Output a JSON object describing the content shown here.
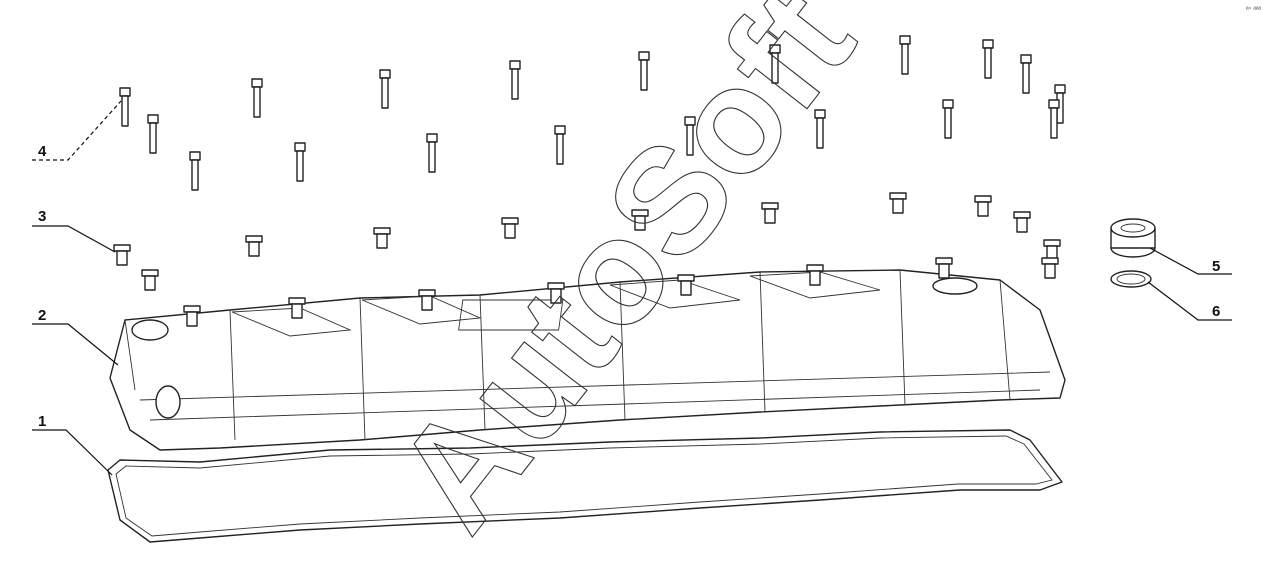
{
  "callouts": [
    {
      "id": "1",
      "label": "1"
    },
    {
      "id": "2",
      "label": "2"
    },
    {
      "id": "3",
      "label": "3"
    },
    {
      "id": "4",
      "label": "4"
    },
    {
      "id": "5",
      "label": "5"
    },
    {
      "id": "6",
      "label": "6"
    }
  ],
  "watermark": "AutoSoft",
  "corner_mark": "ª° ªªª"
}
